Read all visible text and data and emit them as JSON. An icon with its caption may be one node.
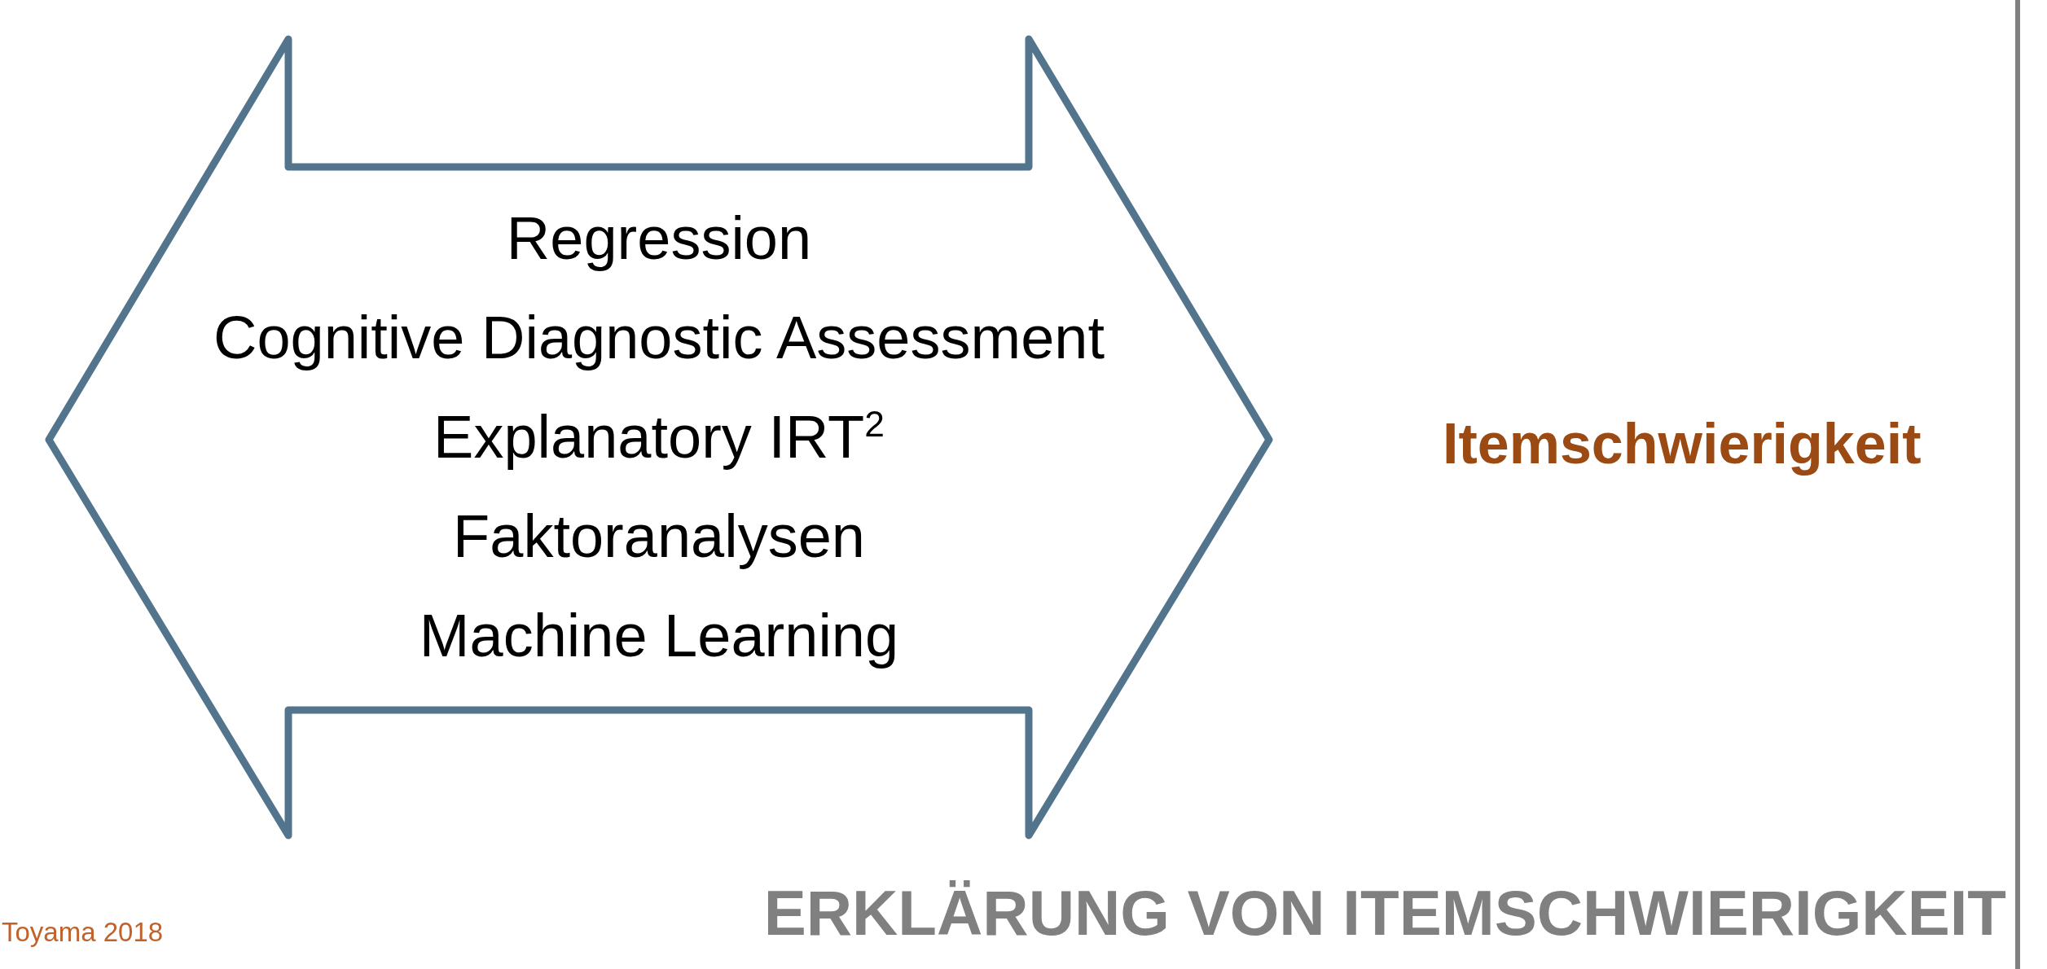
{
  "diagram": {
    "title": "ERKLÄRUNG VON ITEMSCHWIERIGKEIT",
    "nodes": [
      {
        "text": [
          "Regression",
          "Cognitive Diagnostic Assessment",
          "Explanatory IRT$^{2}$",
          "Faktoranalysen",
          "Machine Learning"
        ]
      }
    ],
    "edges": [],
    "labels": [
      "Itemschwierigkeit",
      "Toyama 2018"
    ]
  }
}
